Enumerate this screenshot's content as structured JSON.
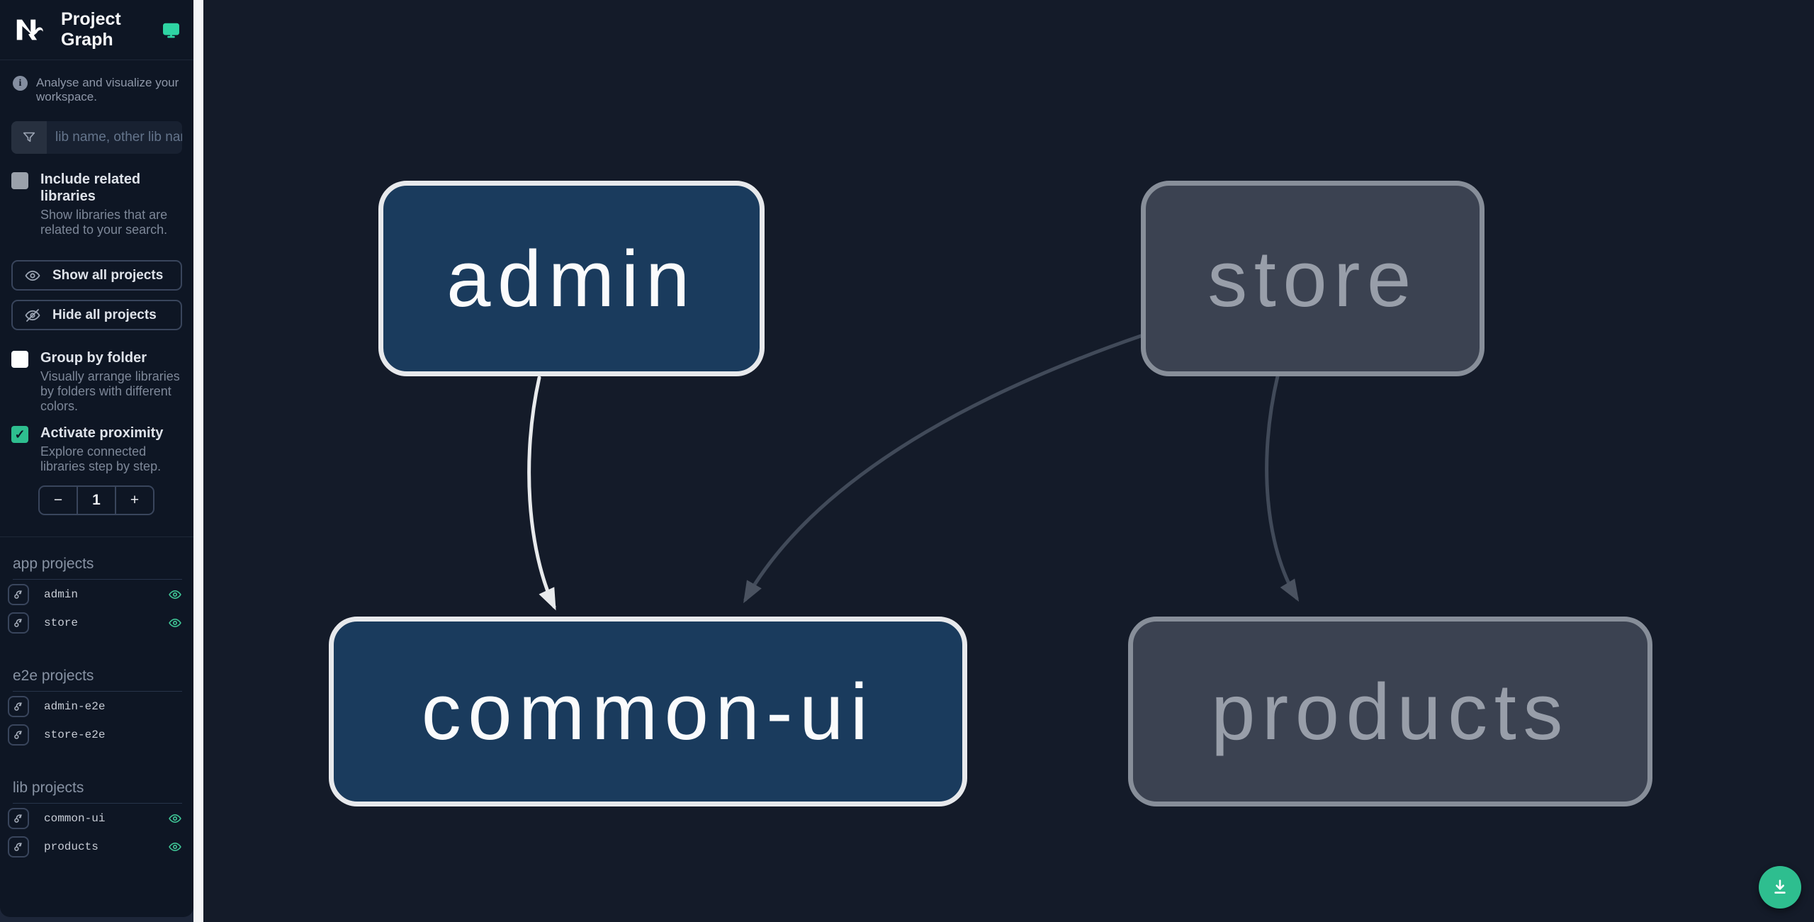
{
  "header": {
    "title": "Project Graph"
  },
  "sidebar": {
    "tagline": "Analyse and visualize your workspace.",
    "search": {
      "placeholder": "lib name, other lib name",
      "value": ""
    },
    "filters": {
      "include_related": {
        "label": "Include related libraries",
        "description": "Show libraries that are related to your search.",
        "checked": false
      },
      "group_by_folder": {
        "label": "Group by folder",
        "description": "Visually arrange libraries by folders with different colors.",
        "checked": false
      },
      "activate_proximity": {
        "label": "Activate proximity",
        "description": "Explore connected libraries step by step.",
        "checked": true,
        "check_glyph": "✓"
      }
    },
    "actions": {
      "show_all": "Show all projects",
      "hide_all": "Hide all projects"
    },
    "proximity_stepper": {
      "decrement_label": "−",
      "value": "1",
      "increment_label": "+"
    },
    "sections": [
      {
        "title": "app projects",
        "items": [
          {
            "name": "admin",
            "visible": true
          },
          {
            "name": "store",
            "visible": true
          }
        ]
      },
      {
        "title": "e2e projects",
        "items": [
          {
            "name": "admin-e2e",
            "visible": false
          },
          {
            "name": "store-e2e",
            "visible": false
          }
        ]
      },
      {
        "title": "lib projects",
        "items": [
          {
            "name": "common-ui",
            "visible": true
          },
          {
            "name": "products",
            "visible": true
          }
        ]
      }
    ]
  },
  "graph": {
    "nodes": [
      {
        "id": "admin",
        "label": "admin",
        "state": "focused"
      },
      {
        "id": "store",
        "label": "store",
        "state": "dimmed"
      },
      {
        "id": "common-ui",
        "label": "common-ui",
        "state": "focused"
      },
      {
        "id": "products",
        "label": "products",
        "state": "dimmed"
      }
    ],
    "edges": [
      {
        "source": "admin",
        "target": "common-ui",
        "state": "highlighted"
      },
      {
        "source": "store",
        "target": "common-ui",
        "state": "dimmed"
      },
      {
        "source": "store",
        "target": "products",
        "state": "dimmed"
      }
    ]
  },
  "colors": {
    "accent_teal": "#2ebe8f",
    "eye_icon": "#3fc495",
    "sidebar_bg": "#0e1624",
    "canvas_bg": "#141b29",
    "gutter": "#f4f5f7",
    "node_focused_bg": "#1a3b5d",
    "node_focused_border": "#e7e9ec",
    "node_dimmed_bg": "#3b4251",
    "node_dimmed_border": "#878e99",
    "edge_highlight": "#e8eaec",
    "edge_dimmed": "#414a59"
  }
}
